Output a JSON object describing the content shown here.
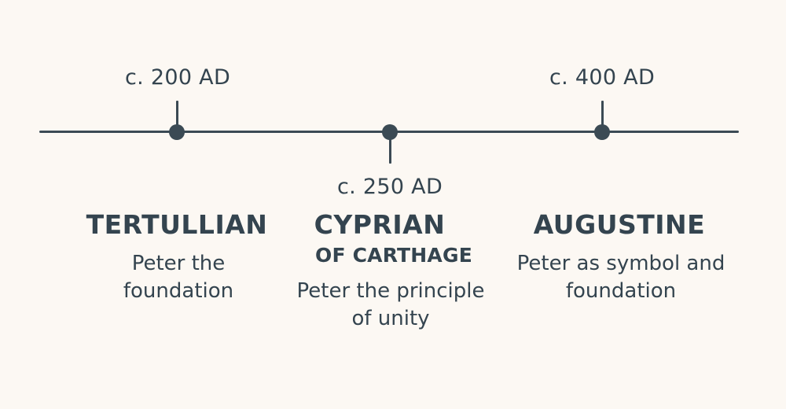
{
  "timeline": {
    "events": [
      {
        "date": "c. 200 AD",
        "name": "TERTULLIAN",
        "description": "Peter the foundation"
      },
      {
        "date": "c. 250 AD",
        "name": "CYPRIAN",
        "subname": "OF CARTHAGE",
        "description": "Peter the principle of unity"
      },
      {
        "date": "c. 400 AD",
        "name": "AUGUSTINE",
        "description": "Peter as symbol and foundation"
      }
    ]
  },
  "colors": {
    "background": "#fcf8f3",
    "line": "#3b4a54",
    "text": "#34444f"
  }
}
